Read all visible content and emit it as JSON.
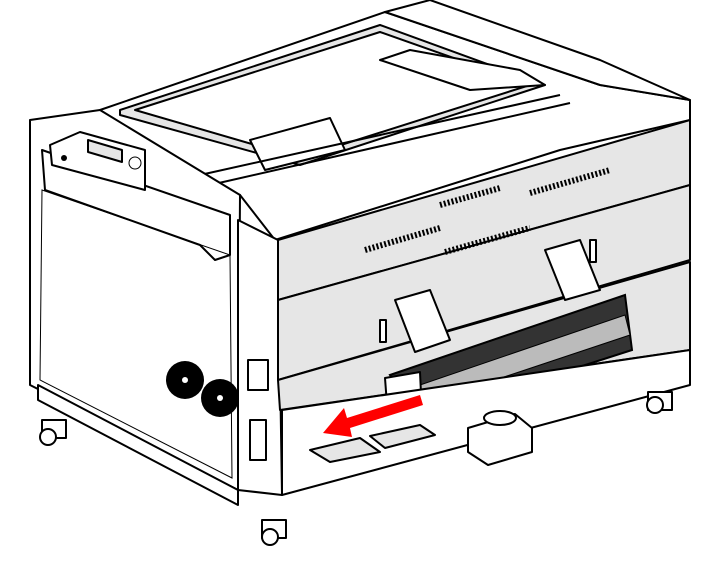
{
  "figure": {
    "colors": {
      "line": "#000000",
      "panel_fill": "#e6e6e6",
      "background": "#ffffff",
      "arrow": "#ff0000"
    },
    "parts": [
      "top-lid",
      "control-panel",
      "left-side-panel",
      "front-panel",
      "exhaust-fans",
      "laser-tube-assembly",
      "red-direction-arrow",
      "exhaust-port",
      "casters"
    ]
  }
}
